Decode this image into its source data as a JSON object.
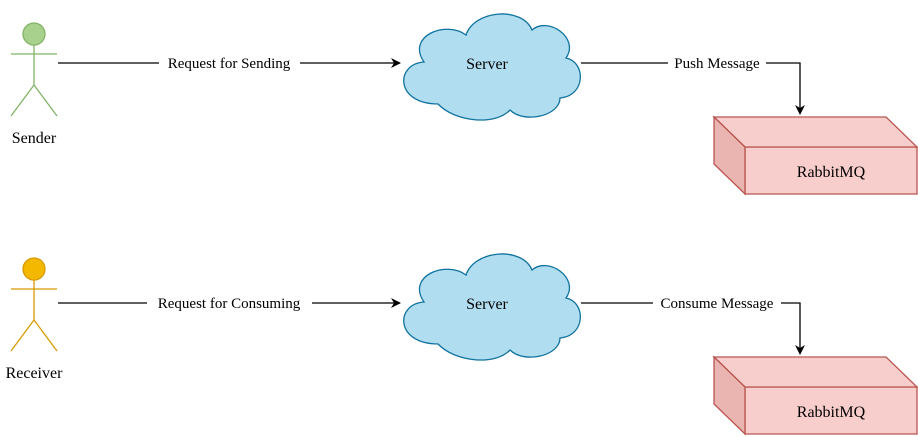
{
  "flows": [
    {
      "actor": {
        "label": "Sender",
        "fill": "#a9d18e",
        "stroke": "#82b366"
      },
      "request_label": "Request for Sending",
      "server_label": "Server",
      "message_label": "Push Message",
      "queue_label": "RabbitMQ"
    },
    {
      "actor": {
        "label": "Receiver",
        "fill": "#f5b800",
        "stroke": "#d79b00"
      },
      "request_label": "Request for Consuming",
      "server_label": "Server",
      "message_label": "Consume Message",
      "queue_label": "RabbitMQ"
    }
  ],
  "colors": {
    "cloud_fill": "#b1ddf0",
    "cloud_stroke": "#10739e",
    "queue_fill": "#f8cecc",
    "queue_stroke": "#b85450",
    "edge": "#000000"
  }
}
